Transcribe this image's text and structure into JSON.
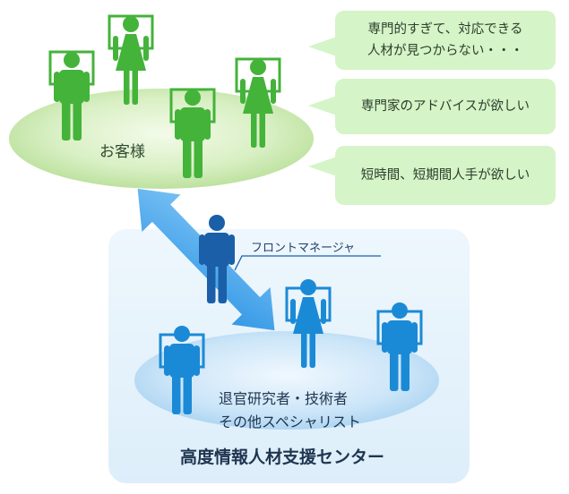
{
  "customers": {
    "label": "お客様",
    "needs": [
      {
        "lines": [
          "専門的すぎて、対応できる",
          "人材が見つからない・・・"
        ]
      },
      {
        "lines": [
          "専門家のアドバイスが欲しい"
        ]
      },
      {
        "lines": [
          "短時間、短期間人手が欲しい"
        ]
      }
    ]
  },
  "front_manager": {
    "label": "フロントマネージャ"
  },
  "center": {
    "pool_label_line1": "退官研究者・技術者",
    "pool_label_line2": "その他スペシャリスト",
    "title": "高度情報人材支援センター"
  },
  "colors": {
    "customer_figure": "#44b33a",
    "customer_ellipse": "#c4e6a8",
    "bubble": "#d5f4c7",
    "specialist_figure": "#1b8ad6",
    "front_manager_figure": "#1a5fa8",
    "center_panel": "#e2f1fb",
    "arrow": "#4aa8ea"
  },
  "icons": {
    "customer": "person-with-monitor-icon",
    "front_manager": "person-icon",
    "specialist": "person-with-monitor-icon"
  }
}
